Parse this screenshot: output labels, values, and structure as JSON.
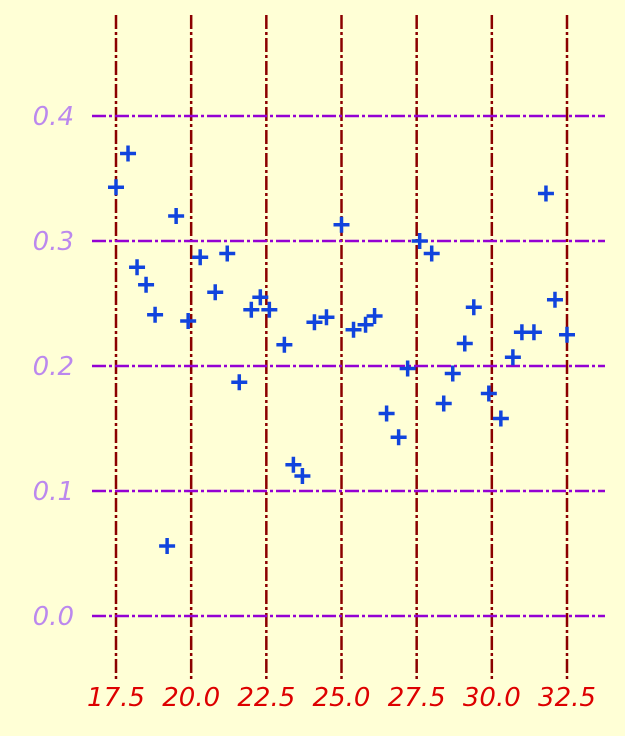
{
  "chart_data": {
    "type": "scatter",
    "title": "",
    "xlabel": "",
    "ylabel": "",
    "xlim": [
      17.5,
      32.5
    ],
    "ylim": [
      0.0,
      0.4
    ],
    "xticks": [
      {
        "value": 17.5,
        "label": "17.5"
      },
      {
        "value": 20.0,
        "label": "20.0"
      },
      {
        "value": 22.5,
        "label": "22.5"
      },
      {
        "value": 25.0,
        "label": "25.0"
      },
      {
        "value": 27.5,
        "label": "27.5"
      },
      {
        "value": 30.0,
        "label": "30.0"
      },
      {
        "value": 32.5,
        "label": "32.5"
      }
    ],
    "yticks": [
      {
        "value": 0.0,
        "label": "0.0"
      },
      {
        "value": 0.1,
        "label": "0.1"
      },
      {
        "value": 0.2,
        "label": "0.2"
      },
      {
        "value": 0.3,
        "label": "0.3"
      },
      {
        "value": 0.4,
        "label": "0.4"
      }
    ],
    "grid": true,
    "colors": {
      "background": "#ffffd6",
      "vertical_grid": "#8b0000",
      "horizontal_grid": "#9400d3",
      "x_tick_labels": "#dd0000",
      "y_tick_labels": "#bb88ee",
      "marker": "#1144dd"
    },
    "marker": "plus",
    "series": [
      {
        "points": [
          [
            17.5,
            0.343
          ],
          [
            17.9,
            0.37
          ],
          [
            18.2,
            0.279
          ],
          [
            18.5,
            0.265
          ],
          [
            18.8,
            0.241
          ],
          [
            19.2,
            0.056
          ],
          [
            19.5,
            0.32
          ],
          [
            19.9,
            0.236
          ],
          [
            20.3,
            0.287
          ],
          [
            20.8,
            0.259
          ],
          [
            21.2,
            0.29
          ],
          [
            21.6,
            0.187
          ],
          [
            22.0,
            0.245
          ],
          [
            22.3,
            0.255
          ],
          [
            22.6,
            0.245
          ],
          [
            23.1,
            0.217
          ],
          [
            23.4,
            0.121
          ],
          [
            23.7,
            0.112
          ],
          [
            24.1,
            0.235
          ],
          [
            24.5,
            0.239
          ],
          [
            25.0,
            0.313
          ],
          [
            25.4,
            0.229
          ],
          [
            25.8,
            0.233
          ],
          [
            26.1,
            0.24
          ],
          [
            26.5,
            0.162
          ],
          [
            26.9,
            0.143
          ],
          [
            27.2,
            0.198
          ],
          [
            27.6,
            0.3
          ],
          [
            28.0,
            0.29
          ],
          [
            28.4,
            0.17
          ],
          [
            28.7,
            0.194
          ],
          [
            29.1,
            0.218
          ],
          [
            29.4,
            0.247
          ],
          [
            29.9,
            0.178
          ],
          [
            30.3,
            0.158
          ],
          [
            30.7,
            0.207
          ],
          [
            31.0,
            0.227
          ],
          [
            31.4,
            0.227
          ],
          [
            31.8,
            0.338
          ],
          [
            32.1,
            0.253
          ],
          [
            32.5,
            0.225
          ]
        ]
      }
    ]
  }
}
